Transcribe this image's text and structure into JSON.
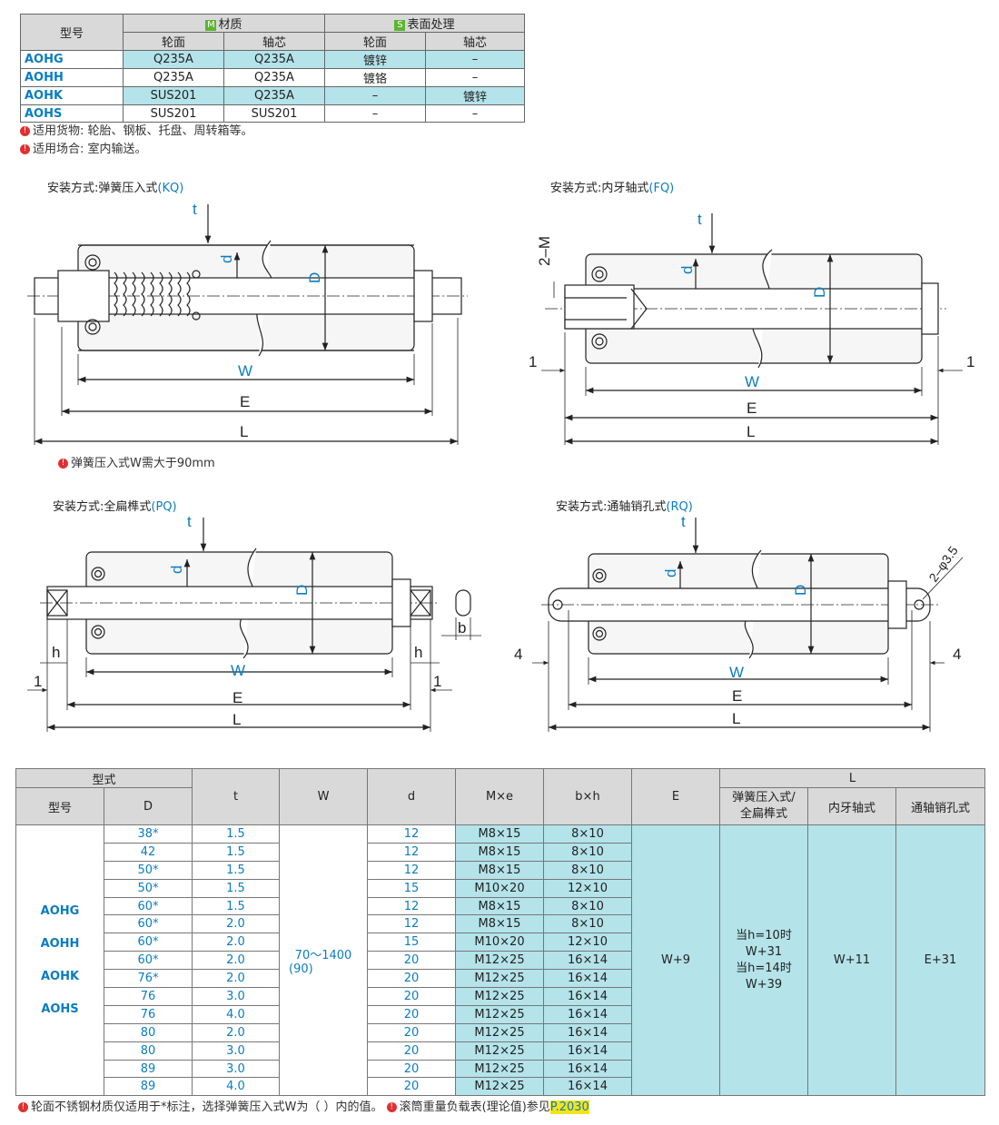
{
  "material_table": {
    "h_model": "型号",
    "h_material": "材质",
    "h_material_tag": "M",
    "h_surface": "表面处理",
    "h_surface_tag": "S",
    "h_wheel": "轮面",
    "h_shaft": "轴芯",
    "rows": [
      {
        "model": "AOHG",
        "mat_wheel": "Q235A",
        "mat_shaft": "Q235A",
        "surf_wheel": "镀锌",
        "surf_shaft": "–"
      },
      {
        "model": "AOHH",
        "mat_wheel": "Q235A",
        "mat_shaft": "Q235A",
        "surf_wheel": "镀铬",
        "surf_shaft": "–"
      },
      {
        "model": "AOHK",
        "mat_wheel": "SUS201",
        "mat_shaft": "Q235A",
        "surf_wheel": "–",
        "surf_shaft": "镀锌"
      },
      {
        "model": "AOHS",
        "mat_wheel": "SUS201",
        "mat_shaft": "SUS201",
        "surf_wheel": "–",
        "surf_shaft": "–"
      }
    ]
  },
  "notes_top": [
    "适用货物: 轮胎、钢板、托盘、周转箱等。",
    "适用场合: 室内输送。"
  ],
  "diagrams": {
    "kq_title": "安装方式:弹簧压入式",
    "kq_code": "(KQ)",
    "fq_title": "安装方式:内牙轴式",
    "fq_code": "(FQ)",
    "pq_title": "安装方式:全扁榫式",
    "pq_code": "(PQ)",
    "rq_title": "安装方式:通轴销孔式",
    "rq_code": "(RQ)",
    "kq_note": "弹簧压入式W需大于90mm",
    "lbl_t": "t",
    "lbl_d": "d",
    "lbl_D": "D",
    "lbl_W": "W",
    "lbl_E": "E",
    "lbl_L": "L",
    "lbl_M": "2–M",
    "lbl_one": "1",
    "lbl_h": "h",
    "lbl_b": "b",
    "lbl_four": "4",
    "lbl_pin": "2–φ3.5"
  },
  "spec_table": {
    "h_type": "型式",
    "h_model": "型号",
    "h_D": "D",
    "h_t": "t",
    "h_W": "W",
    "h_d": "d",
    "h_Me": "M×e",
    "h_bh": "b×h",
    "h_E": "E",
    "h_L": "L",
    "h_L1": "弹簧压入式/\n全扁榫式",
    "h_L2": "内牙轴式",
    "h_L3": "通轴销孔式",
    "models": [
      "AOHG",
      "AOHH",
      "AOHK",
      "AOHS"
    ],
    "W_value": "70～1400",
    "W_value2": "(90)",
    "E_value": "W+9",
    "L1_value": "当h=10时\nW+31\n当h=14时\nW+39",
    "L2_value": "W+11",
    "L3_value": "E+31",
    "rows": [
      {
        "D": "38*",
        "t": "1.5",
        "d": "12",
        "Me": "M8×15",
        "bh": "8×10"
      },
      {
        "D": "42",
        "t": "1.5",
        "d": "12",
        "Me": "M8×15",
        "bh": "8×10"
      },
      {
        "D": "50*",
        "t": "1.5",
        "d": "12",
        "Me": "M8×15",
        "bh": "8×10"
      },
      {
        "D": "50*",
        "t": "1.5",
        "d": "15",
        "Me": "M10×20",
        "bh": "12×10"
      },
      {
        "D": "60*",
        "t": "1.5",
        "d": "12",
        "Me": "M8×15",
        "bh": "8×10"
      },
      {
        "D": "60*",
        "t": "2.0",
        "d": "12",
        "Me": "M8×15",
        "bh": "8×10"
      },
      {
        "D": "60*",
        "t": "2.0",
        "d": "15",
        "Me": "M10×20",
        "bh": "12×10"
      },
      {
        "D": "60*",
        "t": "2.0",
        "d": "20",
        "Me": "M12×25",
        "bh": "16×14"
      },
      {
        "D": "76*",
        "t": "2.0",
        "d": "20",
        "Me": "M12×25",
        "bh": "16×14"
      },
      {
        "D": "76",
        "t": "3.0",
        "d": "20",
        "Me": "M12×25",
        "bh": "16×14"
      },
      {
        "D": "76",
        "t": "4.0",
        "d": "20",
        "Me": "M12×25",
        "bh": "16×14"
      },
      {
        "D": "80",
        "t": "2.0",
        "d": "20",
        "Me": "M12×25",
        "bh": "16×14"
      },
      {
        "D": "80",
        "t": "3.0",
        "d": "20",
        "Me": "M12×25",
        "bh": "16×14"
      },
      {
        "D": "89",
        "t": "3.0",
        "d": "20",
        "Me": "M12×25",
        "bh": "16×14"
      },
      {
        "D": "89",
        "t": "4.0",
        "d": "20",
        "Me": "M12×25",
        "bh": "16×14"
      }
    ]
  },
  "footer_note": "轮面不锈钢材质仅适用于*标注，选择弹簧压入式W为（ ）内的值。",
  "footer_note2": "滚筒重量负载表(理论值)参见",
  "footer_page": "P.2030",
  "colors": {
    "accent_blue": "#0a7dc2",
    "cyan_fill": "#b4e3ea",
    "header_gray": "#d9d9d9",
    "warn_red": "#e03030",
    "highlight_yellow": "#f5e31a"
  }
}
